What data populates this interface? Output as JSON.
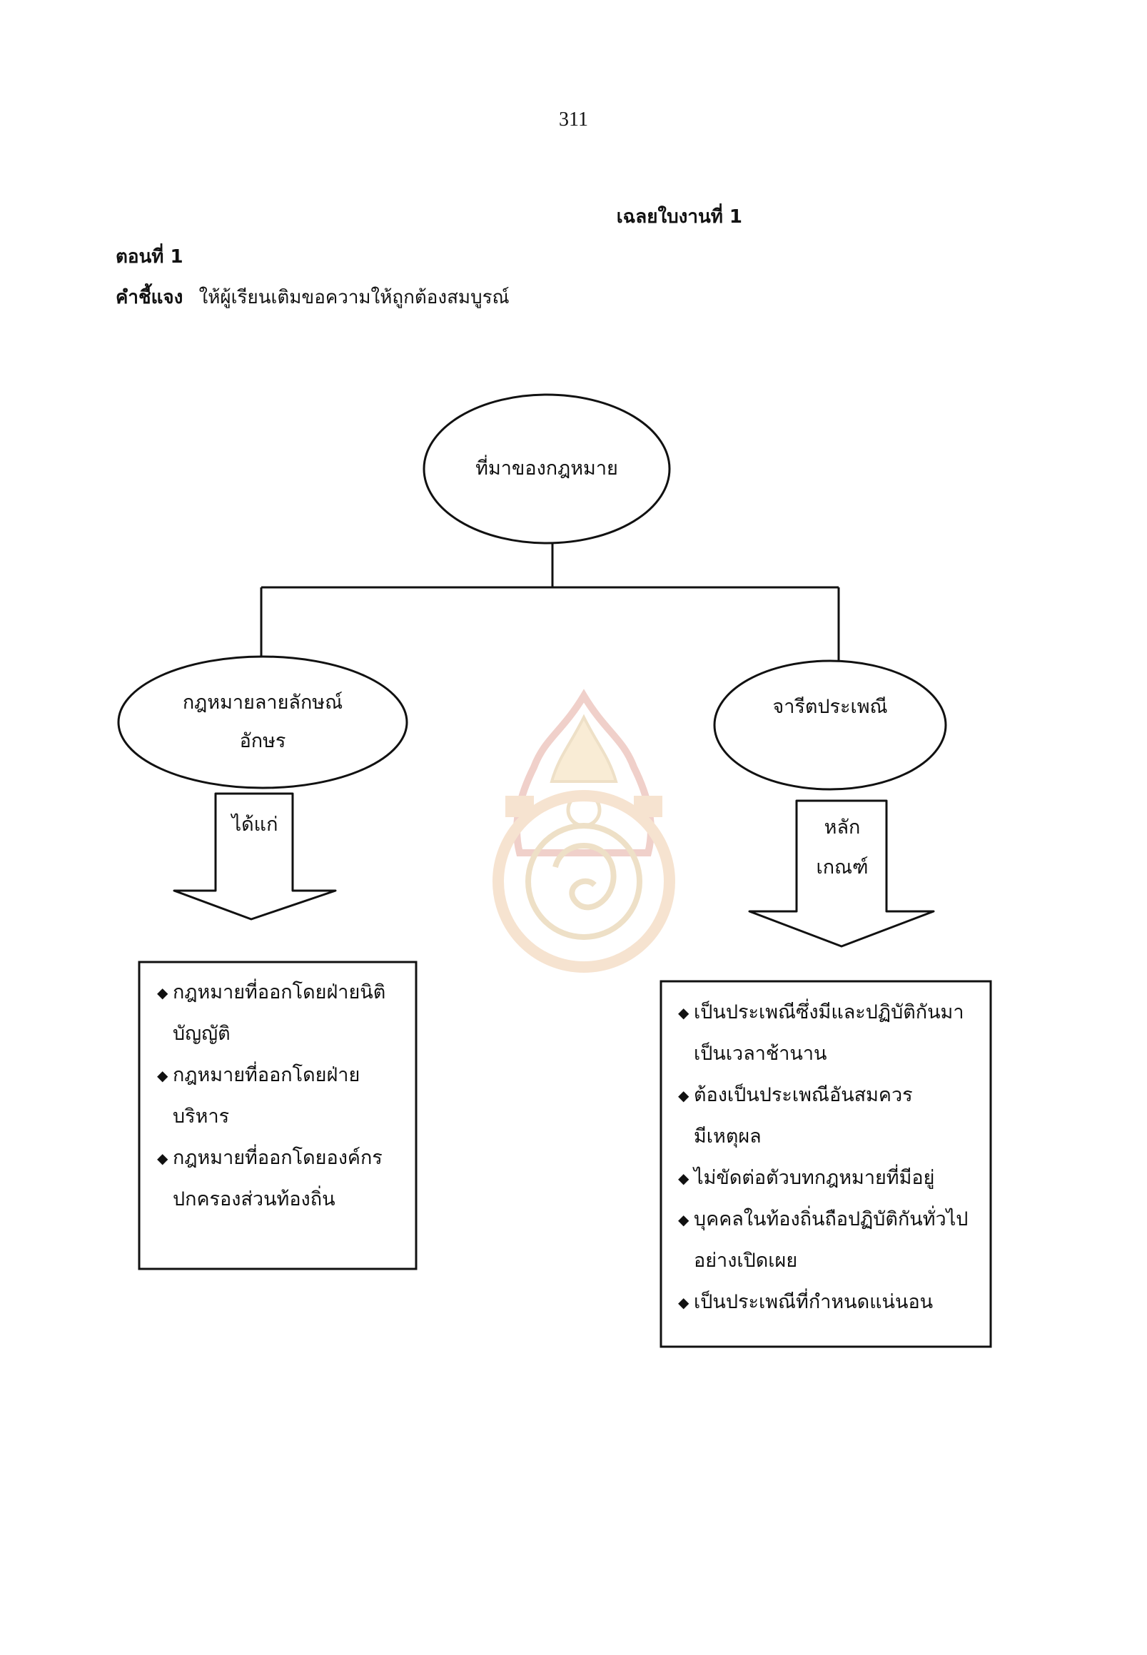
{
  "page": {
    "number": "311",
    "title": "เฉลยใบงานที่  1",
    "part": "ตอนที่  1",
    "instruction_label": "คำชี้แจง",
    "instruction_text": "ให้ผู้เรียนเติมขอความให้ถูกต้องสมบูรณ์"
  },
  "diagram": {
    "root": "ที่มาของกฎหมาย",
    "left": {
      "node_line1": "กฎหมายลายลักษณ์",
      "node_line2": "อักษร",
      "arrow_label": "ได้แก่",
      "box_items": [
        {
          "line1": "กฎหมายที่ออกโดยฝ่ายนิติ",
          "line2": "บัญญัติ"
        },
        {
          "line1": "กฎหมายที่ออกโดยฝ่าย",
          "line2": "บริหาร"
        },
        {
          "line1": "กฎหมายที่ออกโดยองค์กร",
          "line2": "ปกครองส่วนท้องถิ่น"
        }
      ]
    },
    "right": {
      "node": "จารีตประเพณี",
      "arrow_label_line1": "หลัก",
      "arrow_label_line2": "เกณฑ์",
      "box_items": [
        {
          "line1": "เป็นประเพณีซึ่งมีและปฏิบัติกันมา",
          "line2": "เป็นเวลาช้านาน"
        },
        {
          "line1": "ต้องเป็นประเพณีอันสมควร",
          "line2": "มีเหตุผล"
        },
        {
          "line1": "ไม่ขัดต่อตัวบทกฎหมายที่มีอยู่",
          "line2": ""
        },
        {
          "line1": "บุคคลในท้องถิ่นถือปฏิบัติกันทั่วไป",
          "line2": "อย่างเปิดเผย"
        },
        {
          "line1": "เป็นประเพณีที่กำหนดแน่นอน",
          "line2": ""
        }
      ]
    },
    "bullet_symbol": "◆"
  },
  "watermark": {
    "icon": "ministry-seal-icon",
    "colors": [
      "#e8b07a",
      "#d77b6a",
      "#cfa862"
    ]
  }
}
